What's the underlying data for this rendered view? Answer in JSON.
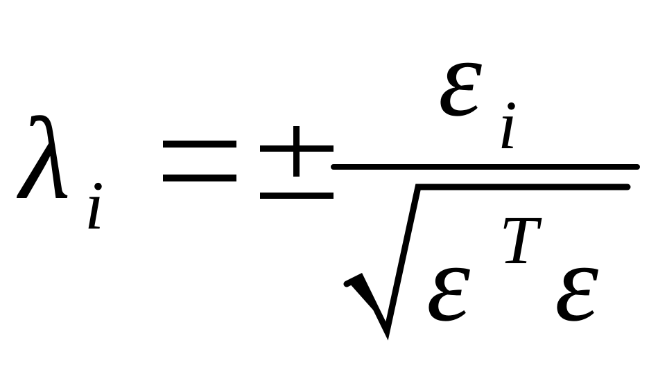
{
  "formula": {
    "lhs": {
      "symbol": "λ",
      "subscript": "i"
    },
    "equals": "=",
    "plus_minus": "±",
    "numerator": {
      "symbol": "ε",
      "subscript": "i"
    },
    "denominator": {
      "radicand_left": "ε",
      "superscript": "T",
      "radicand_right": "ε"
    },
    "color": "#000000"
  }
}
